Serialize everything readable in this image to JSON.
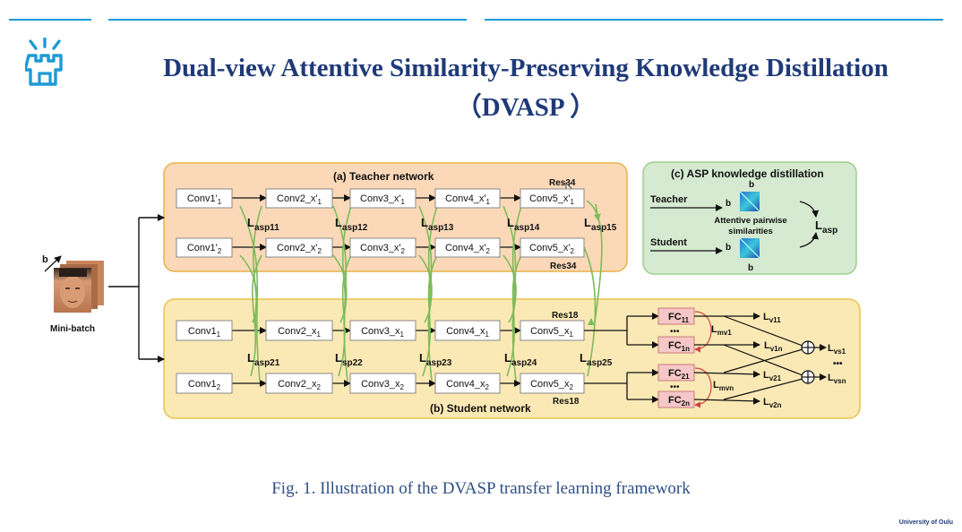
{
  "title_line1": "Dual-view Attentive Similarity-Preserving Knowledge Distillation",
  "title_line2": "（DVASP ）",
  "caption": "Fig. 1. Illustration of the DVASP transfer learning framework",
  "footer": "University of Oulu",
  "colors": {
    "accent": "#1e9ad6",
    "title": "#1f3a78",
    "teacher_bg": "#fbd9b8",
    "student_bg": "#fbe9b5",
    "asp_bg": "#d5ead0",
    "fc_bg": "#f6c7c7",
    "arrow_green": "#7dbb5a"
  },
  "minibatch": {
    "b": "b",
    "label": "Mini-batch"
  },
  "teacher": {
    "title": "(a) Teacher network",
    "res_top": "Res34",
    "res_bottom": "Res34",
    "row1": [
      "Conv1'",
      "Conv2_x'",
      "Conv3_x'",
      "Conv4_x'",
      "Conv5_x'"
    ],
    "row2": [
      "Conv1'",
      "Conv2_x'",
      "Conv3_x'",
      "Conv4_x'",
      "Conv5_x'"
    ],
    "sub1": "1",
    "sub2": "2"
  },
  "teacher_losses": [
    {
      "main": "L",
      "sub": "asp11"
    },
    {
      "main": "L",
      "sub": "asp12"
    },
    {
      "main": "L",
      "sub": "asp13"
    },
    {
      "main": "L",
      "sub": "asp14"
    },
    {
      "main": "L",
      "sub": "asp15"
    }
  ],
  "student": {
    "title": "(b) Student network",
    "res_top": "Res18",
    "res_bottom": "Res18",
    "row1": [
      "Conv1",
      "Conv2_x",
      "Conv3_x",
      "Conv4_x",
      "Conv5_x"
    ],
    "row2": [
      "Conv1",
      "Conv2_x",
      "Conv3_x",
      "Conv4_x",
      "Conv5_x"
    ],
    "sub1": "1",
    "sub2": "2"
  },
  "student_losses": [
    {
      "main": "L",
      "sub": "asp21"
    },
    {
      "main": "L",
      "sub": "sp22"
    },
    {
      "main": "L",
      "sub": "asp23"
    },
    {
      "main": "L",
      "sub": "asp24"
    },
    {
      "main": "L",
      "sub": "asp25"
    }
  ],
  "asp": {
    "title": "(c) ASP knowledge distillation",
    "teacher": "Teacher",
    "student": "Student",
    "b": "b",
    "pairwise1": "Attentive pairwise",
    "pairwise2": "similarities",
    "loss_main": "L",
    "loss_sub": "asp"
  },
  "fc": {
    "fc11": {
      "main": "FC",
      "sub": "11"
    },
    "fc1n": {
      "main": "FC",
      "sub": "1n"
    },
    "fc21": {
      "main": "FC",
      "sub": "21"
    },
    "fc2n": {
      "main": "FC",
      "sub": "2n"
    },
    "dots": "•••"
  },
  "outputs": {
    "lv11": {
      "main": "L",
      "sub": "v11"
    },
    "lv1n": {
      "main": "L",
      "sub": "v1n"
    },
    "lv21": {
      "main": "L",
      "sub": "v21"
    },
    "lv2n": {
      "main": "L",
      "sub": "v2n"
    },
    "lmv1": {
      "main": "L",
      "sub": "mv1"
    },
    "lmvn": {
      "main": "L",
      "sub": "mvn"
    },
    "lvs1": {
      "main": "L",
      "sub": "vs1"
    },
    "lvsn": {
      "main": "L",
      "sub": "vsn"
    },
    "dots": "•••"
  }
}
